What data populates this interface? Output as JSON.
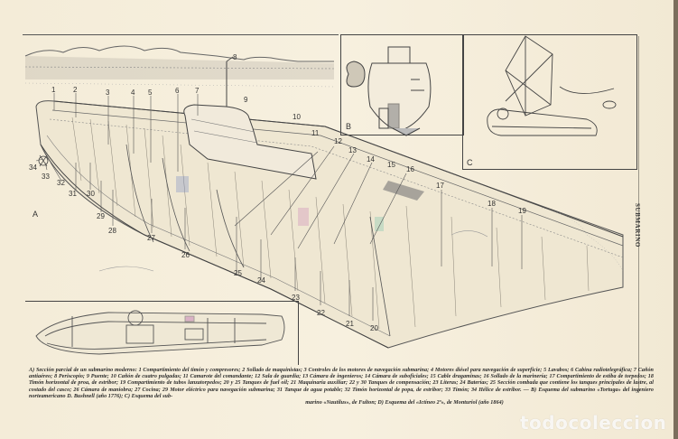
{
  "page": {
    "side_title": "SUBMARINO",
    "watermark": "todocoleccion"
  },
  "panels": {
    "a_label": "A",
    "b_label": "B",
    "c_label": "C"
  },
  "callouts": [
    "1",
    "2",
    "3",
    "4",
    "5",
    "6",
    "7",
    "8",
    "9",
    "10",
    "11",
    "12",
    "13",
    "14",
    "15",
    "16",
    "17",
    "18",
    "19",
    "20",
    "21",
    "22",
    "23",
    "24",
    "25",
    "26",
    "27",
    "28",
    "29",
    "30",
    "31",
    "32",
    "33",
    "34"
  ],
  "caption": {
    "text": "A) Sección parcial de un submarino moderno: 1 Compartimiento del timón y compresores; 2 Sollado de maquinistas; 3 Controles de los motores de navegación submarina; 4 Motores diésel para navegación de superficie; 5 Lavabos; 6 Cabina radiotelegráfica; 7 Cañón antiaéreo; 8 Periscopio; 9 Puente; 10 Cañón de cuatro pulgadas; 11 Camarote del comandante; 12 Sala de guardia; 13 Cámara de ingenieros; 14 Cámara de suboficiales; 15 Cable dragaminas; 16 Sollado de la marinería; 17 Compartimiento de estiba de torpedos; 18 Timón horizontal de proa, de estribor; 19 Compartimiento de tubos lanzatorpedos; 20 y 25 Tanques de fuel oil; 21 Maquinaria auxiliar; 22 y 30 Tanques de compensación; 23 Literas; 24 Baterías; 25 Sección combada que contiene los tanques principales de lastre, al costado del casco; 26 Cámara de maniobra; 27 Cocina; 29 Motor eléctrico para navegación submarina; 31 Tanque de agua potable; 32 Timón horizontal de popa, de estribor; 33 Timón; 34 Hélice de estribor. — B) Esquema del submarino «Tortuga» del ingeniero norteamericano D. Bushnell (año 1776); C) Esquema del sub-",
    "last_line": "marino «Nautilus», de Fulton; D) Esquema del «Ictíneo 2º», de Monturiol (año 1864)"
  }
}
